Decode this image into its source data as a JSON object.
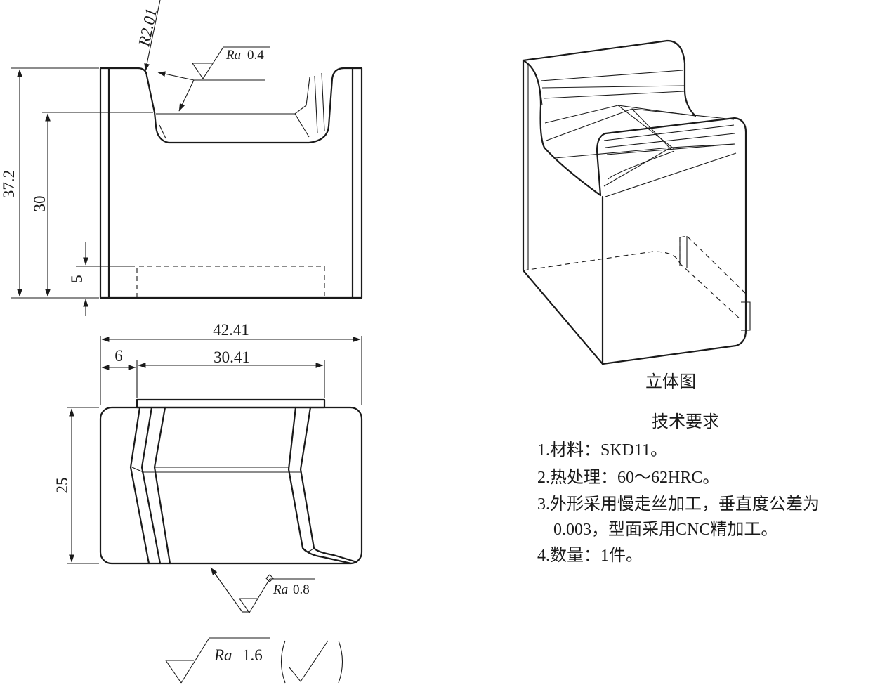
{
  "front_view": {
    "dim_total_height": "37.2",
    "dim_slot_bottom": "30",
    "dim_base": "5",
    "dim_radius": "R2.01",
    "roughness_slot": {
      "prefix": "Ra",
      "value": "0.4"
    }
  },
  "top_view": {
    "dim_total_width": "42.41",
    "dim_offset": "6",
    "dim_inner_width": "30.41",
    "dim_depth": "25",
    "roughness_bottom": {
      "prefix": "Ra",
      "value": "0.8"
    }
  },
  "general_roughness": {
    "prefix": "Ra",
    "value": "1.6"
  },
  "iso_view": {
    "caption": "立体图"
  },
  "tech_requirements": {
    "title": "技术要求",
    "items": [
      "1.材料：SKD11。",
      "2.热处理：60～62HRC。",
      "3.外形采用慢走丝加工，垂直度公差为",
      "0.003，型面采用CNC精加工。",
      "4.数量：1件。"
    ]
  }
}
